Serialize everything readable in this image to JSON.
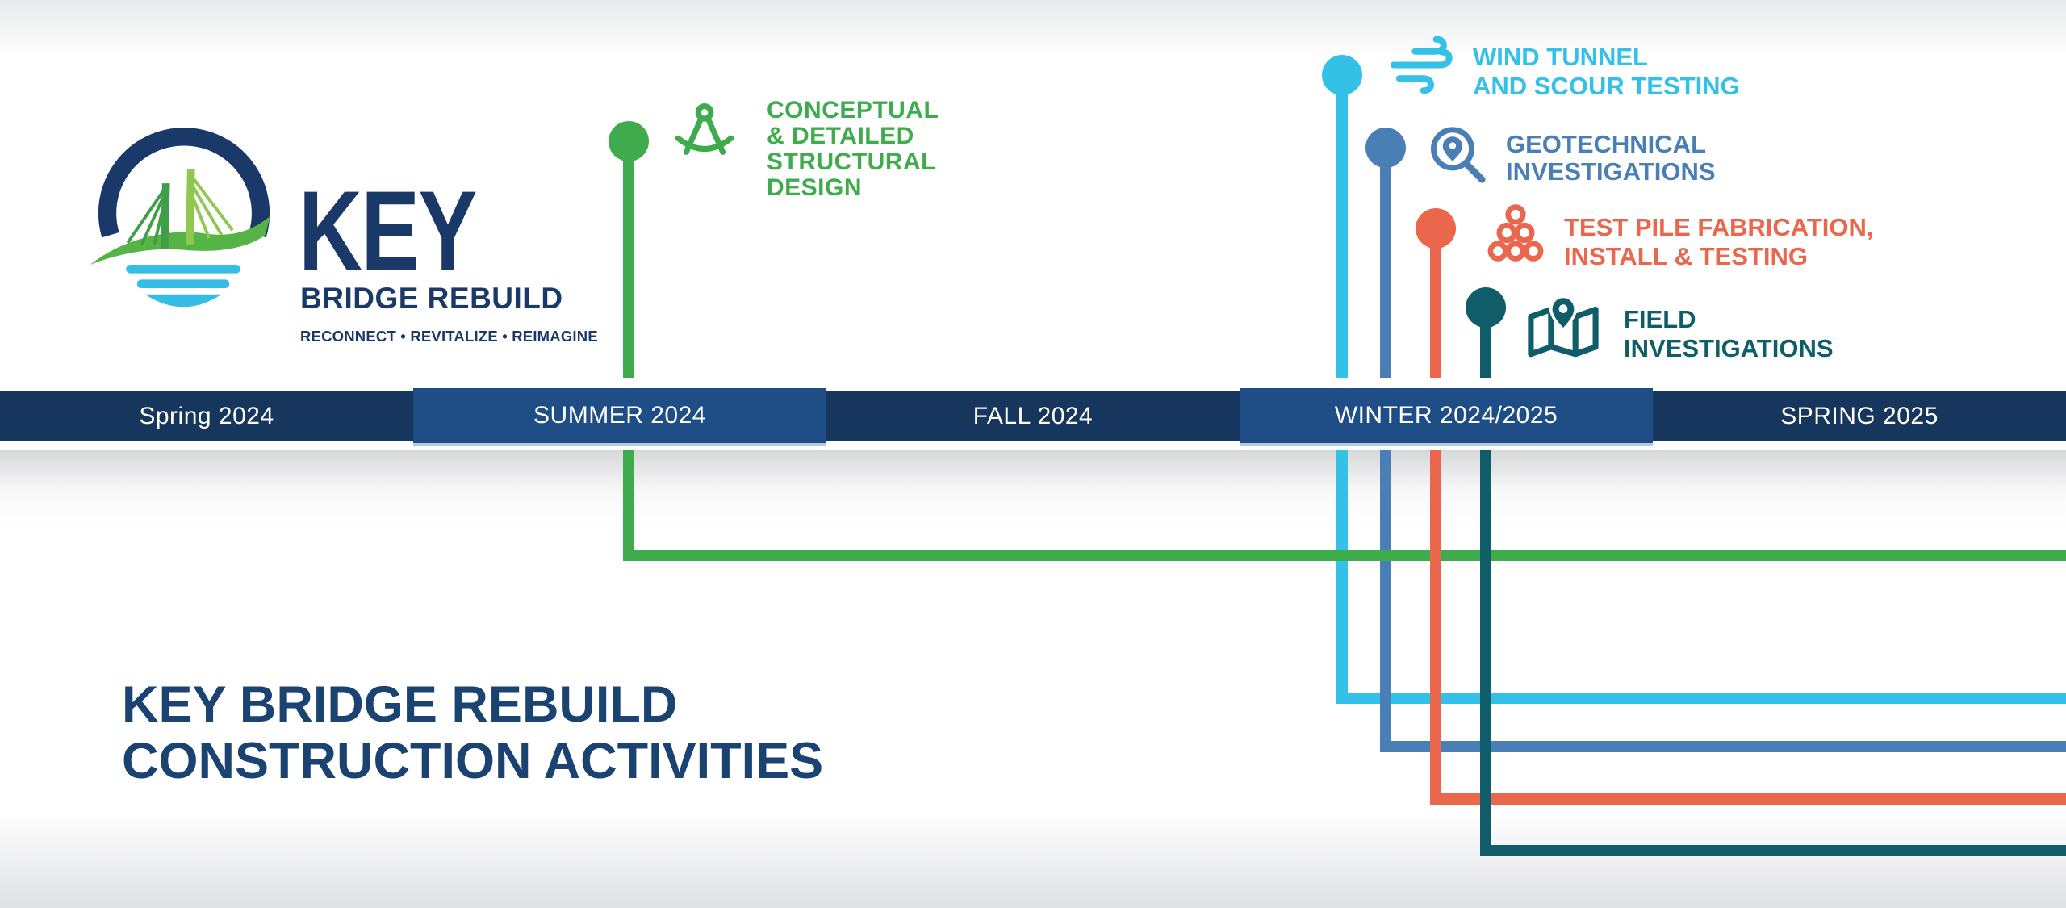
{
  "logo": {
    "title": "KEY",
    "subtitle": "BRIDGE REBUILD",
    "tagline": "RECONNECT • REVITALIZE • REIMAGINE"
  },
  "heading": {
    "line1": "KEY BRIDGE REBUILD",
    "line2": "CONSTRUCTION ACTIVITIES"
  },
  "timeline": {
    "segments": [
      {
        "label": "Spring 2024",
        "tone": "dark"
      },
      {
        "label": "SUMMER 2024",
        "tone": "light"
      },
      {
        "label": "FALL 2024",
        "tone": "dark"
      },
      {
        "label": "WINTER 2024/2025",
        "tone": "light"
      },
      {
        "label": "SPRING 2025",
        "tone": "dark"
      }
    ]
  },
  "milestones": [
    {
      "id": "structural-design",
      "icon": "drafting-compass-icon",
      "color": "#3EAB4D",
      "lines": [
        "CONCEPTUAL",
        "& DETAILED",
        "STRUCTURAL",
        "DESIGN"
      ]
    },
    {
      "id": "wind-tunnel-scour-testing",
      "icon": "wind-icon",
      "color": "#33C1E8",
      "lines": [
        "WIND TUNNEL",
        "AND SCOUR TESTING"
      ]
    },
    {
      "id": "geotechnical-investigations",
      "icon": "magnifier-pin-icon",
      "color": "#4A7FB5",
      "lines": [
        "GEOTECHNICAL",
        "INVESTIGATIONS"
      ]
    },
    {
      "id": "test-pile",
      "icon": "pile-stack-icon",
      "color": "#EA664C",
      "lines": [
        "TEST PILE FABRICATION,",
        "INSTALL & TESTING"
      ]
    },
    {
      "id": "field-investigations",
      "icon": "map-pin-icon",
      "color": "#0E5D68",
      "lines": [
        "FIELD",
        "INVESTIGATIONS"
      ]
    }
  ],
  "colors": {
    "green": "#3EAB4D",
    "cyan": "#33C1E8",
    "steel_blue": "#4A7FB5",
    "orange": "#EA664C",
    "teal": "#0E5D68",
    "bar_dark_navy": "#17365E",
    "bar_light_navy": "#1F4E87",
    "heading_navy": "#1B4372",
    "logo_navy": "#1B3968",
    "logo_water_blue": "#35BDE6",
    "logo_green": "#56B345",
    "logo_light_green": "#8FC74F"
  }
}
